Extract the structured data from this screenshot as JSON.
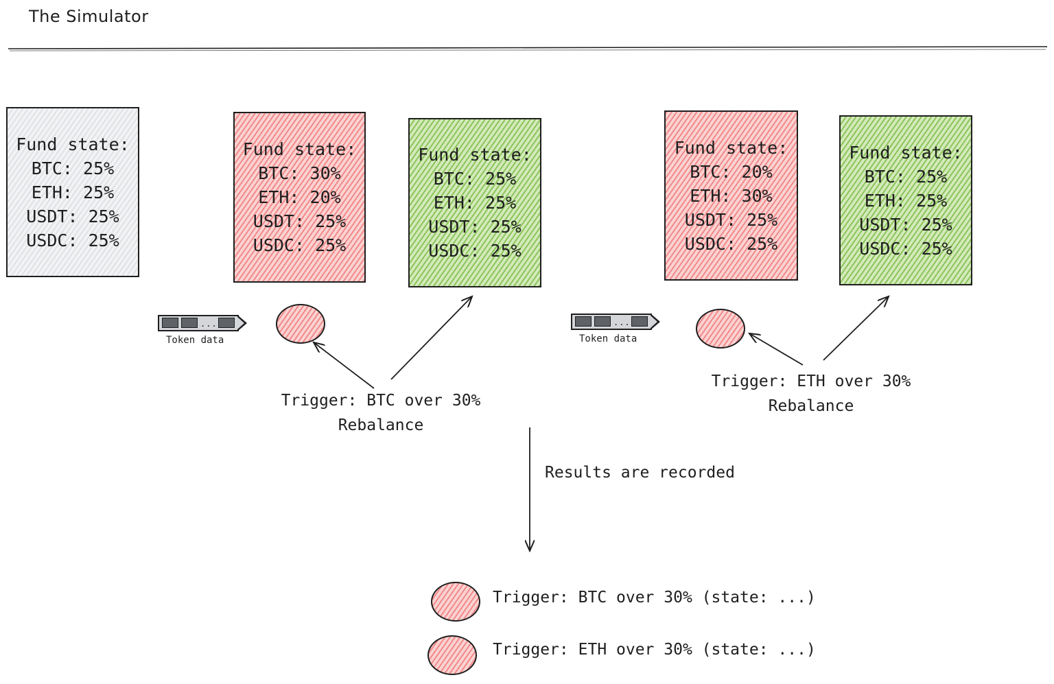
{
  "title": "The Simulator",
  "colors": {
    "neutral": "#f2f3f5",
    "breach": "#fbd2d2",
    "rebalanced": "#d3eabb",
    "stroke": "#1e1e1e"
  },
  "states": [
    {
      "kind": "initial",
      "heading": "Fund state:",
      "lines": [
        "BTC: 25%",
        "ETH: 25%",
        "USDT: 25%",
        "USDC: 25%"
      ]
    },
    {
      "kind": "breach",
      "heading": "Fund state:",
      "lines": [
        "BTC: 30%",
        "ETH: 20%",
        "USDT: 25%",
        "USDC: 25%"
      ]
    },
    {
      "kind": "rebalanced",
      "heading": "Fund state:",
      "lines": [
        "BTC: 25%",
        "ETH: 25%",
        "USDT: 25%",
        "USDC: 25%"
      ]
    },
    {
      "kind": "breach",
      "heading": "Fund state:",
      "lines": [
        "BTC: 20%",
        "ETH: 30%",
        "USDT: 25%",
        "USDC: 25%"
      ]
    },
    {
      "kind": "rebalanced",
      "heading": "Fund state:",
      "lines": [
        "BTC: 25%",
        "ETH: 25%",
        "USDT: 25%",
        "USDC: 25%"
      ]
    }
  ],
  "token_streams": [
    {
      "label": "Token data",
      "icon": "envelope-icon",
      "separator": "..."
    },
    {
      "label": "Token data",
      "icon": "envelope-icon",
      "separator": "..."
    }
  ],
  "triggers": [
    {
      "trigger": "Trigger: BTC over 30%",
      "action": "Rebalance"
    },
    {
      "trigger": "Trigger: ETH over 30%",
      "action": "Rebalance"
    }
  ],
  "flow_label": "Results are recorded",
  "results": [
    {
      "text": "Trigger: BTC over 30% (state: ...)"
    },
    {
      "text": "Trigger: ETH over 30% (state: ...)"
    }
  ]
}
